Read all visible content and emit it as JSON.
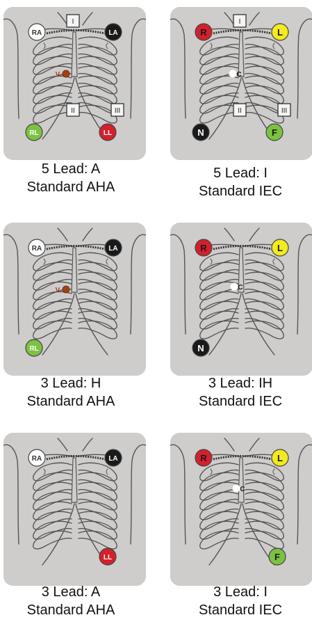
{
  "diagrams": [
    {
      "caption_line1": "5 Lead: A",
      "caption_line2": "Standard AHA",
      "leads_on": [
        "RA",
        "LA",
        "RL",
        "LL",
        "V"
      ],
      "show_lead_lines": true,
      "lead_line_labels": [
        "I",
        "II",
        "III"
      ],
      "electrodes": {
        "RA": {
          "text": "RA",
          "fill": "#ffffff",
          "textColor": "#333333"
        },
        "LA": {
          "text": "LA",
          "fill": "#1a1a1a",
          "textColor": "#ffffff"
        },
        "RL": {
          "text": "RL",
          "fill": "#7cc242",
          "textColor": "#ffffff"
        },
        "LL": {
          "text": "LL",
          "fill": "#d4202c",
          "textColor": "#ffffff"
        },
        "V": {
          "text": "V",
          "fill": "#a0411a",
          "textColor": "#a0411a"
        }
      }
    },
    {
      "caption_line1": "5 Lead: I",
      "caption_line2": "Standard IEC",
      "leads_on": [
        "R",
        "L",
        "N",
        "F",
        "C"
      ],
      "show_lead_lines": true,
      "lead_line_labels": [
        "I",
        "II",
        "III"
      ],
      "electrodes": {
        "R": {
          "text": "R",
          "fill": "#d4202c",
          "textColor": "#1a1a1a"
        },
        "L": {
          "text": "L",
          "fill": "#f3ea1f",
          "textColor": "#1a1a1a"
        },
        "N": {
          "text": "N",
          "fill": "#1a1a1a",
          "textColor": "#ffffff"
        },
        "F": {
          "text": "F",
          "fill": "#7cc242",
          "textColor": "#1a1a1a"
        },
        "C": {
          "text": "C",
          "fill": "#ffffff",
          "textColor": "#1a1a1a"
        }
      }
    },
    {
      "caption_line1": "3 Lead: H",
      "caption_line2": "Standard AHA",
      "leads_on": [
        "RA",
        "LA",
        "RL",
        "V"
      ],
      "show_lead_lines": false,
      "lead_line_labels": [],
      "electrodes": {
        "RA": {
          "text": "RA",
          "fill": "#ffffff",
          "textColor": "#333333"
        },
        "LA": {
          "text": "LA",
          "fill": "#1a1a1a",
          "textColor": "#ffffff"
        },
        "RL": {
          "text": "RL",
          "fill": "#7cc242",
          "textColor": "#ffffff"
        },
        "V": {
          "text": "V",
          "fill": "#a0411a",
          "textColor": "#a0411a"
        }
      }
    },
    {
      "caption_line1": "3 Lead: IH",
      "caption_line2": "Standard IEC",
      "leads_on": [
        "R",
        "L",
        "N",
        "C"
      ],
      "show_lead_lines": false,
      "lead_line_labels": [],
      "electrodes": {
        "R": {
          "text": "R",
          "fill": "#d4202c",
          "textColor": "#1a1a1a"
        },
        "L": {
          "text": "L",
          "fill": "#f3ea1f",
          "textColor": "#1a1a1a"
        },
        "N": {
          "text": "N",
          "fill": "#1a1a1a",
          "textColor": "#ffffff"
        },
        "C": {
          "text": "C",
          "fill": "#ffffff",
          "textColor": "#1a1a1a"
        }
      }
    },
    {
      "caption_line1": "3 Lead: A",
      "caption_line2": "Standard AHA",
      "leads_on": [
        "RA",
        "LA",
        "LL"
      ],
      "show_lead_lines": false,
      "lead_line_labels": [],
      "electrodes": {
        "RA": {
          "text": "RA",
          "fill": "#ffffff",
          "textColor": "#333333"
        },
        "LA": {
          "text": "LA",
          "fill": "#1a1a1a",
          "textColor": "#ffffff"
        },
        "LL": {
          "text": "LL",
          "fill": "#d4202c",
          "textColor": "#ffffff"
        }
      }
    },
    {
      "caption_line1": "3 Lead: I",
      "caption_line2": "Standard IEC",
      "leads_on": [
        "R",
        "L",
        "F",
        "C"
      ],
      "show_lead_lines": false,
      "lead_line_labels": [],
      "electrodes": {
        "R": {
          "text": "R",
          "fill": "#d4202c",
          "textColor": "#1a1a1a"
        },
        "L": {
          "text": "L",
          "fill": "#f3ea1f",
          "textColor": "#1a1a1a"
        },
        "F": {
          "text": "F",
          "fill": "#7cc242",
          "textColor": "#1a1a1a"
        },
        "C": {
          "text": "C",
          "fill": "#ffffff",
          "textColor": "#1a1a1a"
        }
      }
    }
  ]
}
